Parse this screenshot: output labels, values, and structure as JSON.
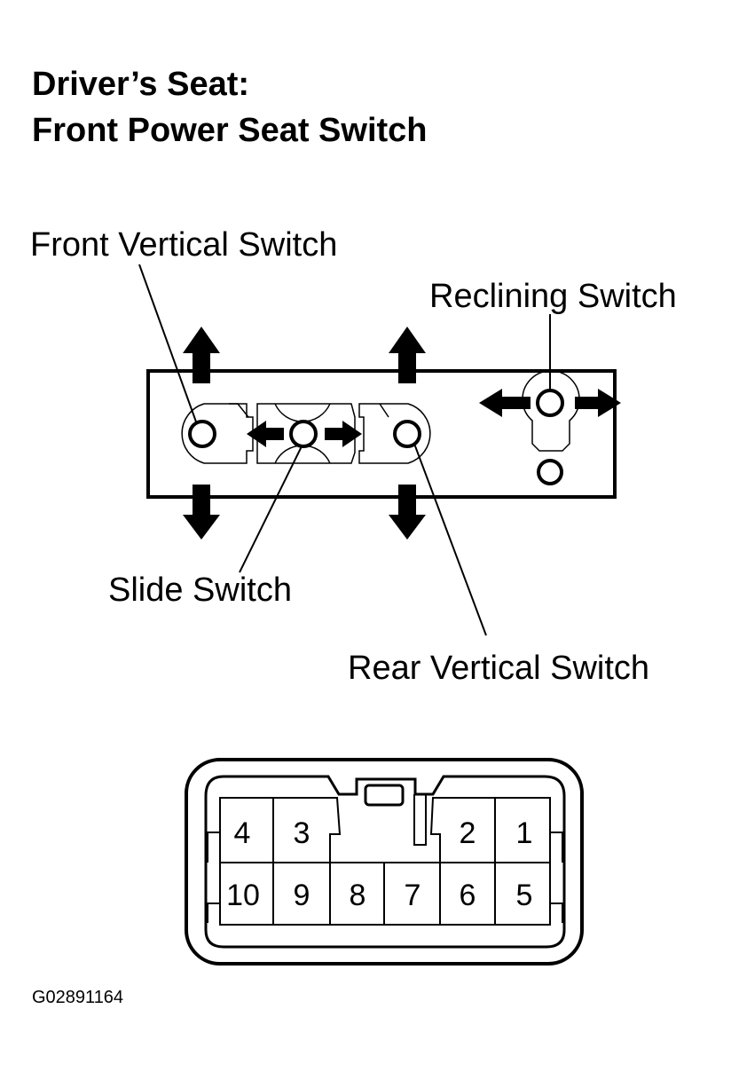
{
  "title_lines": [
    "Driver’s Seat:",
    "Front Power Seat Switch"
  ],
  "labels": {
    "front_vertical": "Front Vertical Switch",
    "reclining": "Reclining Switch",
    "slide": "Slide Switch",
    "rear_vertical": "Rear Vertical Switch"
  },
  "connector": {
    "pins_top_left": [
      "4",
      "3"
    ],
    "pins_top_right": [
      "2",
      "1"
    ],
    "pins_bottom": [
      "10",
      "9",
      "8",
      "7",
      "6",
      "5"
    ]
  },
  "figure_code": "G02891164"
}
